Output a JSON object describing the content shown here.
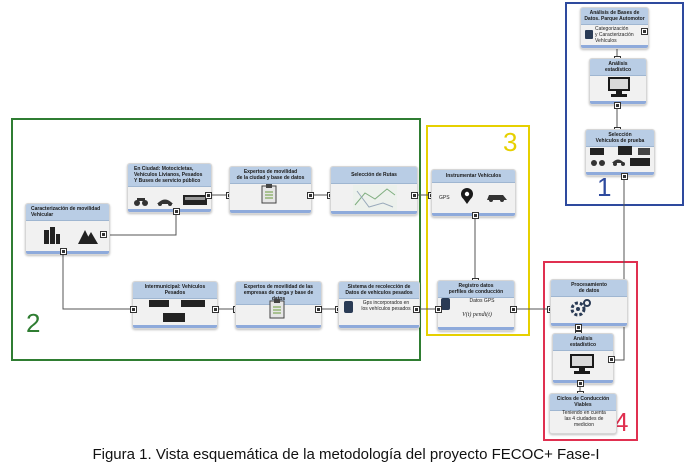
{
  "caption": "Figura 1. Vista esquemática de la metodología del proyecto FECOC+ Fase-I",
  "groups": {
    "g1": {
      "number": "1",
      "color": "#2e4a9e"
    },
    "g2": {
      "number": "2",
      "color": "#2f7d32"
    },
    "g3": {
      "number": "3",
      "color": "#e6d000"
    },
    "g4": {
      "number": "4",
      "color": "#e03050"
    }
  },
  "boxes": {
    "analisis_bases": {
      "title": "Análisis de Bases de\nDatos. Parque Automotor",
      "text": "Categorización\ny Caracterización\nVehículos"
    },
    "analisis_estadistico_1": {
      "title": "Análisis\nestadístico"
    },
    "seleccion_vehiculos": {
      "title": "Selección\nVehículos de prueba"
    },
    "caracterizacion": {
      "title": "Caracterización de movilidad\nVehicular"
    },
    "en_ciudad": {
      "title": "En Ciudad: Motocicletas,\nVehículos Livianos, Pesados\nY Buses de servicio público"
    },
    "expertos_ciudad": {
      "title": "Expertos de movilidad\nde la ciudad y base de datos"
    },
    "seleccion_rutas": {
      "title": "Selección de Rutas"
    },
    "intermunicipal": {
      "title": "Intermunicipal: Vehículos\nPesados"
    },
    "expertos_carga": {
      "title": "Expertos de movilidad de las\nempresas de carga y base de datos"
    },
    "sistema_recoleccion": {
      "title": "Sistema de recolección de\nDatos de vehículos pesados",
      "text": "Gps incorporados en\nlos vehículos pesados"
    },
    "instrumentar": {
      "title": "Instrumentar Vehículos",
      "text": "GPS"
    },
    "registro": {
      "title": "Registro datos\nperfiles de conducción",
      "text": "Datos GPS",
      "formula": "V(t)   pendi(t)"
    },
    "procesamiento": {
      "title": "Procesamiento\nde datos"
    },
    "analisis_estadistico_4": {
      "title": "Análisis\nestadístico"
    },
    "ciclos": {
      "title": "Ciclos de Conducción\nViables",
      "text": "Teniendo en cuenta\nlas 4 ciudades de\nmedicion"
    }
  }
}
